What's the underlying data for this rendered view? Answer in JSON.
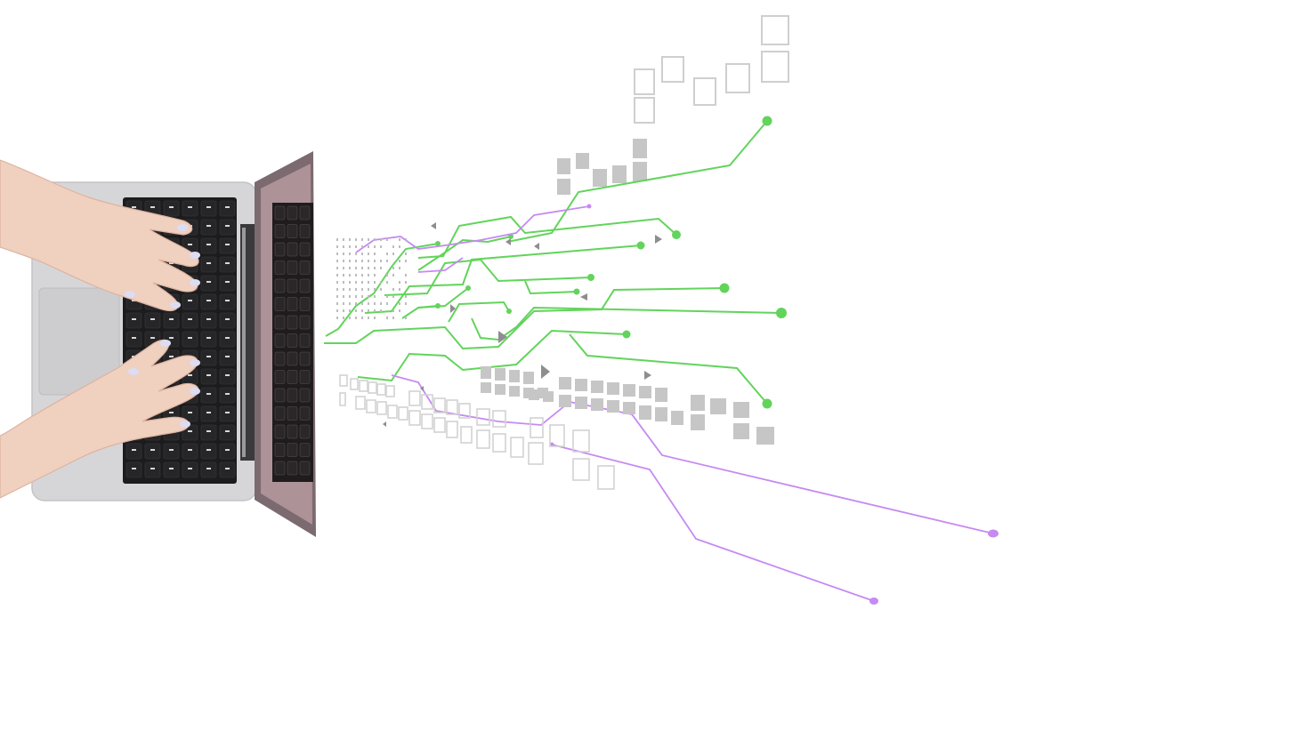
{
  "scene": {
    "background": "#ffffff",
    "subject": "hands-typing-on-laptop",
    "colors": {
      "laptop_body": "#d4d4d6",
      "laptop_edge": "#bdbdc0",
      "keyboard_bg": "#1d1d1f",
      "key": "#232326",
      "key_text": "#e6e6e6",
      "trackpad": "#cfcfd2",
      "screen_frame": "#7a6a6e",
      "screen_glass": "#b39a9e",
      "skin": "#f1d2c1",
      "skin_shadow": "#dcb39f",
      "nail": "#dcdcf0",
      "circuit_green": "#62d45b",
      "circuit_purple": "#c68af2",
      "block_gray": "#c4c4c4",
      "outline_gray": "#d0d0d0"
    },
    "icons": [
      "circuit-lines",
      "pixel-blocks",
      "arrow-markers"
    ]
  }
}
